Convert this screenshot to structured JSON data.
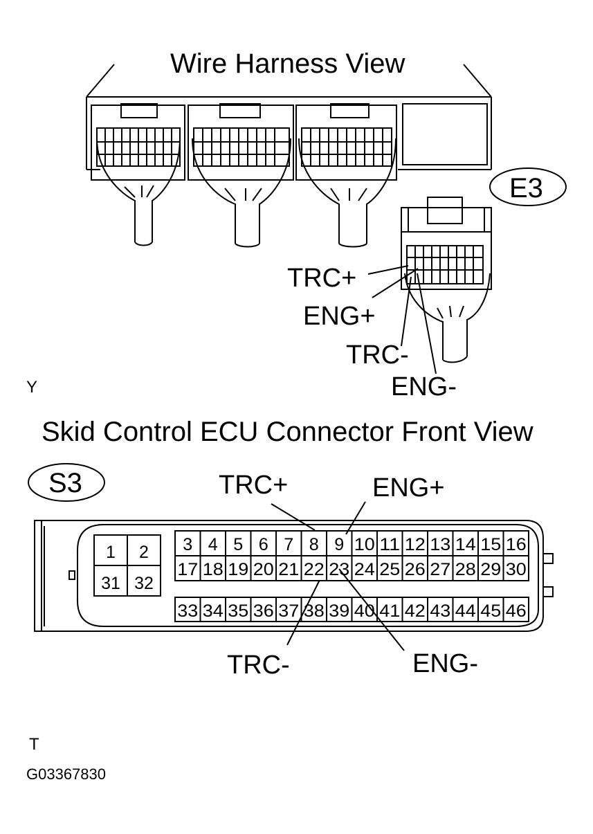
{
  "top": {
    "title": "Wire Harness View",
    "connector_id": "E3",
    "labels": {
      "trc_plus": "TRC+",
      "eng_plus": "ENG+",
      "trc_minus": "TRC-",
      "eng_minus": "ENG-"
    },
    "corner_mark": "Y"
  },
  "bottom": {
    "title": "Skid Control ECU Connector Front View",
    "connector_id": "S3",
    "labels": {
      "trc_plus": "TRC+",
      "eng_plus": "ENG+",
      "trc_minus": "TRC-",
      "eng_minus": "ENG-"
    },
    "left_block_pins": [
      "1",
      "2",
      "31",
      "32"
    ],
    "pin_rows": [
      [
        "3",
        "4",
        "5",
        "6",
        "7",
        "8",
        "9",
        "10",
        "11",
        "12",
        "13",
        "14",
        "15",
        "16"
      ],
      [
        "17",
        "18",
        "19",
        "20",
        "21",
        "22",
        "23",
        "24",
        "25",
        "26",
        "27",
        "28",
        "29",
        "30"
      ],
      [
        "33",
        "34",
        "35",
        "36",
        "37",
        "38",
        "39",
        "40",
        "41",
        "42",
        "43",
        "44",
        "45",
        "46"
      ]
    ],
    "corner_mark": "T"
  },
  "figure_code": "G03367830"
}
